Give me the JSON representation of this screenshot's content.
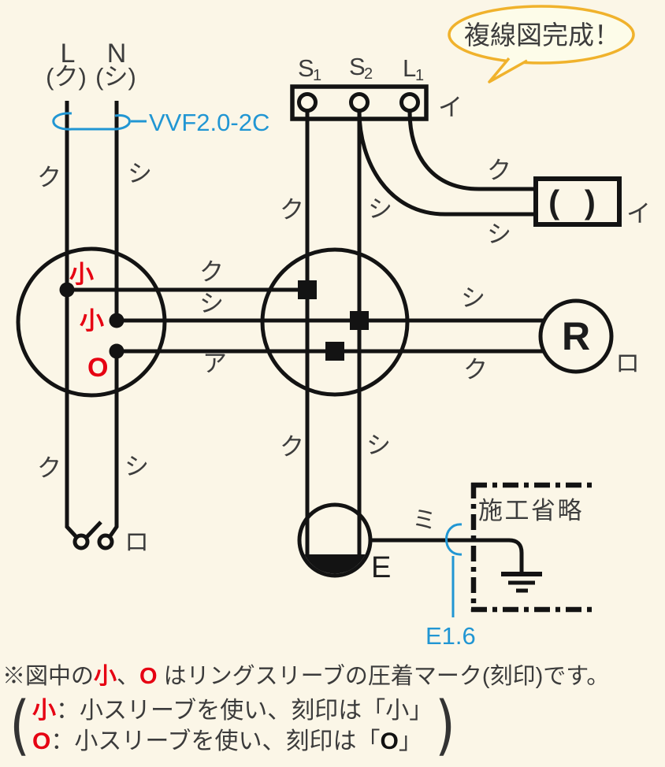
{
  "colors": {
    "background": "#fbf6e7",
    "wire_black": "#131313",
    "label_gray": "#3d3d3d",
    "sleeve_mark_red": "#e60012",
    "annotation_blue": "#2196d3",
    "bubble_border": "#f0b22c",
    "bubble_fill": "#fdfce9"
  },
  "bubble": {
    "label": "複線図完成！"
  },
  "power": {
    "l": "L",
    "l_wire": "(ク)",
    "n": "N",
    "n_wire": "(シ)"
  },
  "cable_marks": {
    "vvf": "VVF2.0-2C",
    "e16": "E1.6"
  },
  "terminal_block": {
    "t1_base": "S",
    "t1_sub": "1",
    "t2_base": "S",
    "t2_sub": "2",
    "t3_base": "L",
    "t3_sub": "1"
  },
  "wire_labels": {
    "black": "ク",
    "white": "シ",
    "red": "ア",
    "green": "ミ"
  },
  "circuits": {
    "i": "イ",
    "ro": "ロ"
  },
  "sleeve_marks": {
    "small": "小",
    "maru": "O"
  },
  "devices": {
    "lamp_label": "( )",
    "r_label": "R",
    "e_label": "E",
    "omit_label": "施工省略"
  },
  "note": {
    "line1_prefix": "※図中の",
    "line1_mark1": "小",
    "line1_comma": "、",
    "line1_mark2": "O",
    "line1_suffix": " はリングスリーブの圧着マーク(刻印)です。",
    "bracket_open": "(",
    "bracket_close": ")",
    "line2_mark": "小",
    "line2_text": "：小スリーブを使い、刻印は「",
    "line2_end": "小",
    "line2_close": "」",
    "line3_mark": "O",
    "line3_text": "：小スリーブを使い、刻印は「",
    "line3_end": "O",
    "line3_close": "」"
  }
}
